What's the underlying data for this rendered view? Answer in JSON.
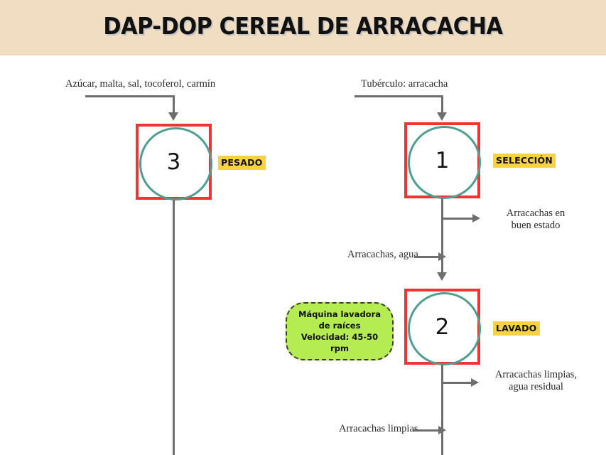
{
  "header": {
    "title": "DAP-DOP CEREAL DE ARRACACHA",
    "band_color": "#f0ddc2",
    "title_color": "#111111",
    "title_shadow_color": "#c2c2c2"
  },
  "palette": {
    "node_border": "#f03434",
    "node_circle": "#4e9e92",
    "flow_line": "#6e6e6e",
    "stage_highlight": "#f7d344",
    "machine_fill": "#b4ec51",
    "page_background": "#ffffff"
  },
  "left_branch": {
    "input_label": "Azúcar, malta, sal, tocoferol, carmín",
    "node": {
      "number": "3",
      "stage": "PESADO"
    }
  },
  "right_branch": {
    "input_label": "Tubérculo: arracacha",
    "node_selection": {
      "number": "1",
      "stage": "SELECCIÓN"
    },
    "output_selection_line1": "Arracachas en",
    "output_selection_line2": "buen estado",
    "input_wash": "Arracachas, agua",
    "machine_note": {
      "line1": "Máquina lavadora de raíces",
      "line2": "Velocidad: 45-50 rpm"
    },
    "node_wash": {
      "number": "2",
      "stage": "LAVADO"
    },
    "output_wash_line1": "Arracachas limpias,",
    "output_wash_line2": "agua residual",
    "input_next": "Arracachas limpias"
  }
}
